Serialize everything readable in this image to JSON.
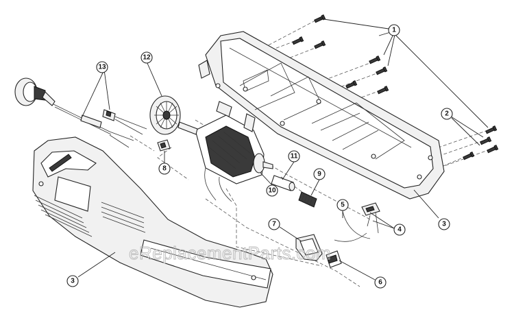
{
  "watermark": "eReplacementParts.com",
  "callouts": [
    {
      "id": "c1",
      "label": "1"
    },
    {
      "id": "c2",
      "label": "2"
    },
    {
      "id": "c3a",
      "label": "3"
    },
    {
      "id": "c3b",
      "label": "3"
    },
    {
      "id": "c4",
      "label": "4"
    },
    {
      "id": "c5",
      "label": "5"
    },
    {
      "id": "c6",
      "label": "6"
    },
    {
      "id": "c7",
      "label": "7"
    },
    {
      "id": "c8",
      "label": "8"
    },
    {
      "id": "c9",
      "label": "9"
    },
    {
      "id": "c10",
      "label": "10"
    },
    {
      "id": "c11",
      "label": "11"
    },
    {
      "id": "c12",
      "label": "12"
    },
    {
      "id": "c13",
      "label": "13"
    }
  ]
}
